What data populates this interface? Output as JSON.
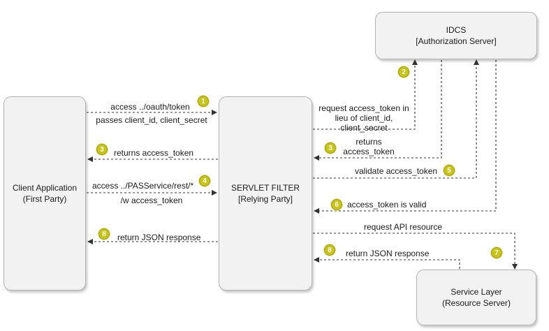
{
  "nodes": {
    "client": {
      "title": "Client Application",
      "subtitle": "(First Party)"
    },
    "filter": {
      "title": "SERVLET FILTER",
      "subtitle": "[Relying Party]"
    },
    "idcs": {
      "title": "IDCS",
      "subtitle": "[Authorization Server]"
    },
    "service": {
      "title": "Service Layer",
      "subtitle": "(Resource Server)"
    }
  },
  "edges": {
    "access_token_req": {
      "line1": "access ../oauth/token",
      "line2": "passes client_id, client_secret",
      "step": "1"
    },
    "request_token": {
      "line1": "request access_token in",
      "line2": "lieu of client_id,",
      "line3": "client_secret",
      "step": "2"
    },
    "returns_token_filter": {
      "line1": "returns",
      "line2": "access_token",
      "step": "3"
    },
    "returns_token_client": {
      "label": "returns access_token",
      "step": "3"
    },
    "api_call": {
      "line1": "access ../PASService/rest/*",
      "line2": "/w access_token",
      "step": "4"
    },
    "validate": {
      "label": "validate access_token",
      "step": "5"
    },
    "valid": {
      "label": "access_token is  valid",
      "step": "6"
    },
    "request_api": {
      "label": "request API resource",
      "step": "7"
    },
    "json_filter": {
      "label": "return JSON response",
      "step": "8"
    },
    "json_client": {
      "label": "return JSON response",
      "step": "8"
    }
  },
  "colors": {
    "box_fill": "#f2f2f2",
    "box_border": "#b3b3b3",
    "badge": "#c9c418",
    "arrow": "#333333"
  }
}
